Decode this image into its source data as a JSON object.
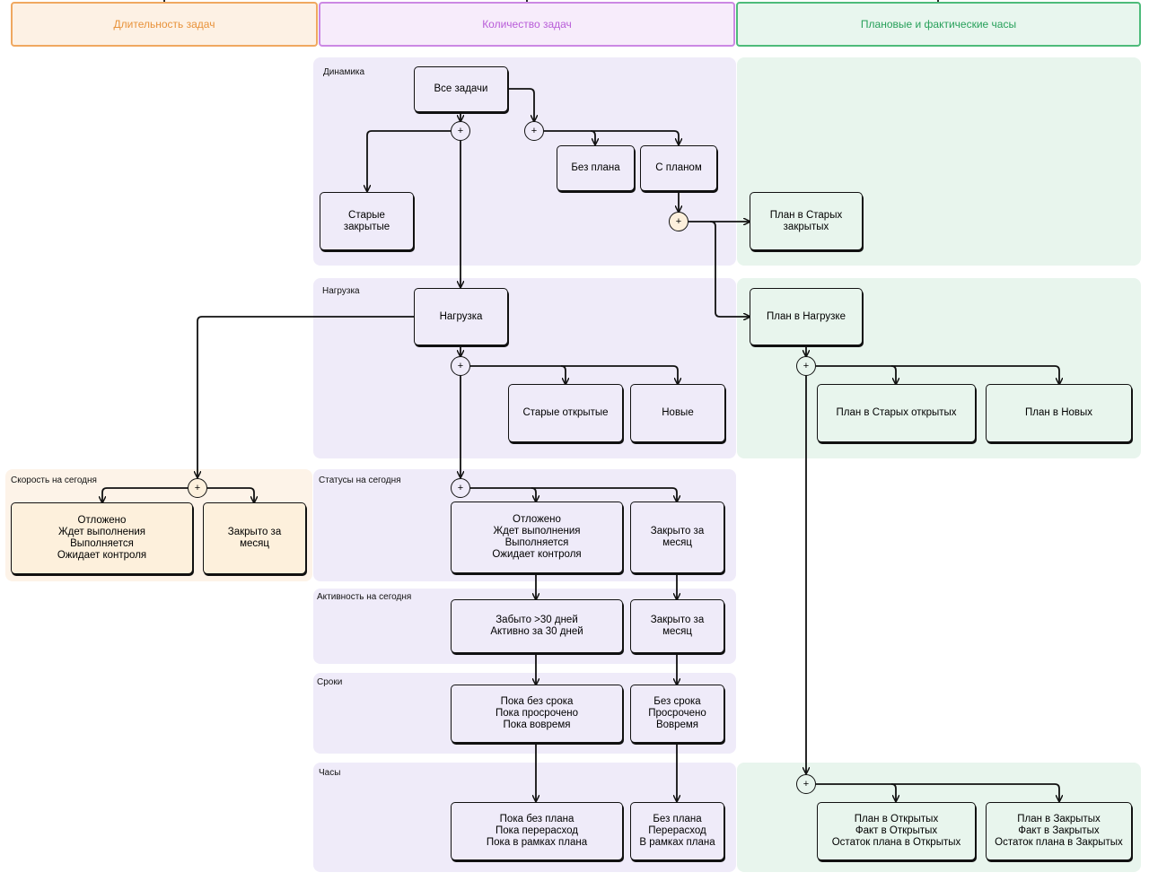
{
  "headers": {
    "duration": "Длительность задач",
    "count": "Количество задач",
    "hours": "Плановые и фактические часы"
  },
  "panels": {
    "dynamics": "Динамика",
    "load": "Нагрузка",
    "speed": "Скорость на сегодня",
    "statuses": "Статусы на сегодня",
    "activity": "Активность на сегодня",
    "deadlines": "Сроки",
    "hours": "Часы"
  },
  "nodes": {
    "all_tasks": "Все задачи",
    "no_plan": "Без плана",
    "with_plan": "С планом",
    "old_closed": "Старые\nзакрытые",
    "plan_old_closed": "План в Старых\nзакрытых",
    "load": "Нагрузка",
    "plan_load": "План в Нагрузке",
    "old_open": "Старые открытые",
    "new": "Новые",
    "plan_old_open": "План в Старых открытых",
    "plan_new": "План в Новых",
    "speed_statuses": "Отложено\nЖдет выполнения\nВыполняется\nОжидает контроля",
    "speed_closed": "Закрыто за\nмесяц",
    "status_statuses": "Отложено\nЖдет выполнения\nВыполняется\nОжидает контроля",
    "status_closed": "Закрыто за\nмесяц",
    "activity_forgotten": "Забыто >30 дней\nАктивно за 30 дней",
    "activity_closed": "Закрыто за\nмесяц",
    "deadlines_open": "Пока без срока\nПока просрочено\nПока вовремя",
    "deadlines_closed": "Без срока\nПросрочено\nВовремя",
    "hours_open": "Пока без плана\nПока перерасход\nПока в рамках плана",
    "hours_closed": "Без плана\nПерерасход\nВ рамках плана",
    "plan_open": "План в Открытых\nФакт в Открытых\nОстаток плана в Открытых",
    "plan_closed": "План в Закрытых\nФакт в Закрытых\nОстаток плана в Закрытых"
  },
  "plus_symbol": "+",
  "colors": {
    "orange_header": "#e8923a",
    "purple_header": "#b85cd8",
    "green_header": "#27a05a",
    "purple_panel": "#efebf9",
    "green_panel": "#e8f5ed",
    "orange_panel": "#fdf3e8"
  }
}
